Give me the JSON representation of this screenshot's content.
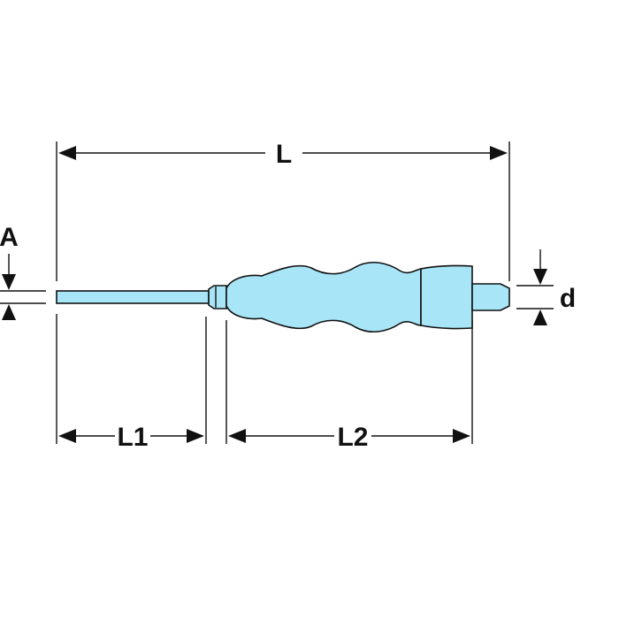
{
  "labels": {
    "L": "L",
    "L1": "L1",
    "L2": "L2",
    "A": "A",
    "d": "d"
  },
  "colors": {
    "tool_fill": "#a8e6f7",
    "line": "#111111",
    "background": "#ffffff"
  },
  "icons": {
    "arrow": "triangle-arrowhead"
  }
}
